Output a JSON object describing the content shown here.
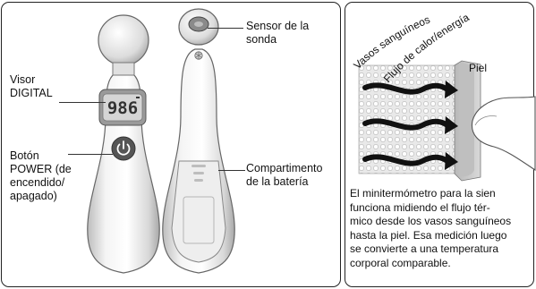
{
  "labels": {
    "sensor": [
      "Sensor de la",
      "sonda"
    ],
    "display": [
      "Visor",
      "DIGITAL"
    ],
    "power": [
      "Botón",
      "POWER (de",
      "encendido/",
      "apagado)"
    ],
    "battery": [
      "Compartimento",
      "de la batería"
    ]
  },
  "screen_reading": "986",
  "right_panel": {
    "vessels_label": "Vasos sanguíneos",
    "flow_label": "Flujo de calor/energía",
    "skin_label": "Piel",
    "caption": [
      "El minitermómetro para la sien",
      "funciona midiendo el flujo tér-",
      "mico desde los vasos sanguíneos",
      "hasta la piel. Esa medición luego",
      "se convierte a una temperatura",
      "corporal comparable."
    ]
  },
  "colors": {
    "device_body": "#e6e6e6",
    "display_bg": "#d5d5d5",
    "button": "#555555",
    "skin_grey": "#a9a9a9"
  },
  "icons": {
    "power": "power-icon",
    "arrows": "heat-arrow-icon"
  }
}
